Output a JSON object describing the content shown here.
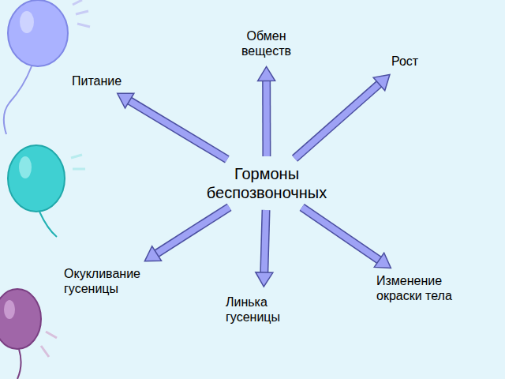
{
  "diagram": {
    "nodes": [
      {
        "text": [
          "Обмен веществ"
        ]
      },
      {
        "text": [
          "Рост"
        ]
      },
      {
        "text": [
          "Питание"
        ]
      },
      {
        "text": [
          "Гормоны беспозвоночных"
        ]
      },
      {
        "text": [
          "Окукливание гусеницы"
        ]
      },
      {
        "text": [
          "Изменение окраски тела"
        ]
      },
      {
        "text": [
          "Линька гусеницы"
        ]
      }
    ],
    "edges": [
      {
        "from": 3,
        "to": 0,
        "arrow": "to"
      },
      {
        "from": 3,
        "to": 1,
        "arrow": "to"
      },
      {
        "from": 3,
        "to": 2,
        "arrow": "to"
      },
      {
        "from": 3,
        "to": 4,
        "arrow": "to"
      },
      {
        "from": 3,
        "to": 5,
        "arrow": "to"
      },
      {
        "from": 3,
        "to": 6,
        "arrow": "to"
      }
    ]
  }
}
